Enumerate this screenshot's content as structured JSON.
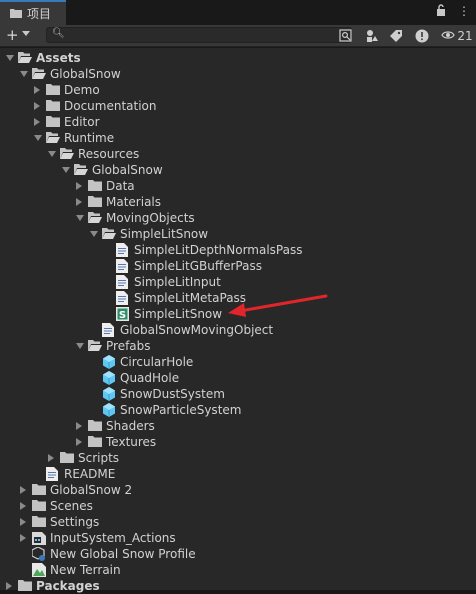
{
  "tab": {
    "title": "项目"
  },
  "header_controls": {
    "hidden_count": "21"
  },
  "search": {
    "placeholder": ""
  },
  "tree": [
    {
      "label": "Assets",
      "depth": 0,
      "caret": "down",
      "icon": "folder-open",
      "bold": true
    },
    {
      "label": "GlobalSnow",
      "depth": 1,
      "caret": "down",
      "icon": "folder-open"
    },
    {
      "label": "Demo",
      "depth": 2,
      "caret": "right",
      "icon": "folder"
    },
    {
      "label": "Documentation",
      "depth": 2,
      "caret": "right",
      "icon": "folder"
    },
    {
      "label": "Editor",
      "depth": 2,
      "caret": "right",
      "icon": "folder"
    },
    {
      "label": "Runtime",
      "depth": 2,
      "caret": "down",
      "icon": "folder-open"
    },
    {
      "label": "Resources",
      "depth": 3,
      "caret": "down",
      "icon": "folder-open"
    },
    {
      "label": "GlobalSnow",
      "depth": 4,
      "caret": "down",
      "icon": "folder-open"
    },
    {
      "label": "Data",
      "depth": 5,
      "caret": "right",
      "icon": "folder"
    },
    {
      "label": "Materials",
      "depth": 5,
      "caret": "right",
      "icon": "folder"
    },
    {
      "label": "MovingObjects",
      "depth": 5,
      "caret": "down",
      "icon": "folder-open"
    },
    {
      "label": "SimpleLitSnow",
      "depth": 6,
      "caret": "down",
      "icon": "folder-open"
    },
    {
      "label": "SimpleLitDepthNormalsPass",
      "depth": 7,
      "caret": "none",
      "icon": "file"
    },
    {
      "label": "SimpleLitGBufferPass",
      "depth": 7,
      "caret": "none",
      "icon": "file"
    },
    {
      "label": "SimpleLitInput",
      "depth": 7,
      "caret": "none",
      "icon": "file"
    },
    {
      "label": "SimpleLitMetaPass",
      "depth": 7,
      "caret": "none",
      "icon": "file"
    },
    {
      "label": "SimpleLitSnow",
      "depth": 7,
      "caret": "none",
      "icon": "shader"
    },
    {
      "label": "GlobalSnowMovingObject",
      "depth": 6,
      "caret": "none",
      "icon": "file"
    },
    {
      "label": "Prefabs",
      "depth": 5,
      "caret": "down",
      "icon": "folder-open"
    },
    {
      "label": "CircularHole",
      "depth": 6,
      "caret": "none",
      "icon": "prefab"
    },
    {
      "label": "QuadHole",
      "depth": 6,
      "caret": "none",
      "icon": "prefab"
    },
    {
      "label": "SnowDustSystem",
      "depth": 6,
      "caret": "none",
      "icon": "prefab"
    },
    {
      "label": "SnowParticleSystem",
      "depth": 6,
      "caret": "none",
      "icon": "prefab"
    },
    {
      "label": "Shaders",
      "depth": 5,
      "caret": "right",
      "icon": "folder"
    },
    {
      "label": "Textures",
      "depth": 5,
      "caret": "right",
      "icon": "folder"
    },
    {
      "label": "Scripts",
      "depth": 3,
      "caret": "right",
      "icon": "folder"
    },
    {
      "label": "README",
      "depth": 2,
      "caret": "none",
      "icon": "file"
    },
    {
      "label": "GlobalSnow 2",
      "depth": 1,
      "caret": "right",
      "icon": "folder"
    },
    {
      "label": "Scenes",
      "depth": 1,
      "caret": "right",
      "icon": "folder"
    },
    {
      "label": "Settings",
      "depth": 1,
      "caret": "right",
      "icon": "folder"
    },
    {
      "label": "InputSystem_Actions",
      "depth": 1,
      "caret": "right",
      "icon": "input-actions"
    },
    {
      "label": "New Global Snow Profile",
      "depth": 1,
      "caret": "none",
      "icon": "profile"
    },
    {
      "label": "New Terrain",
      "depth": 1,
      "caret": "none",
      "icon": "terrain"
    },
    {
      "label": "Packages",
      "depth": 0,
      "caret": "right",
      "icon": "folder",
      "bold": true
    }
  ],
  "colors": {
    "accent": "#3a79bb",
    "arrow": "#e0262a",
    "prefab": "#5ec8f2"
  }
}
